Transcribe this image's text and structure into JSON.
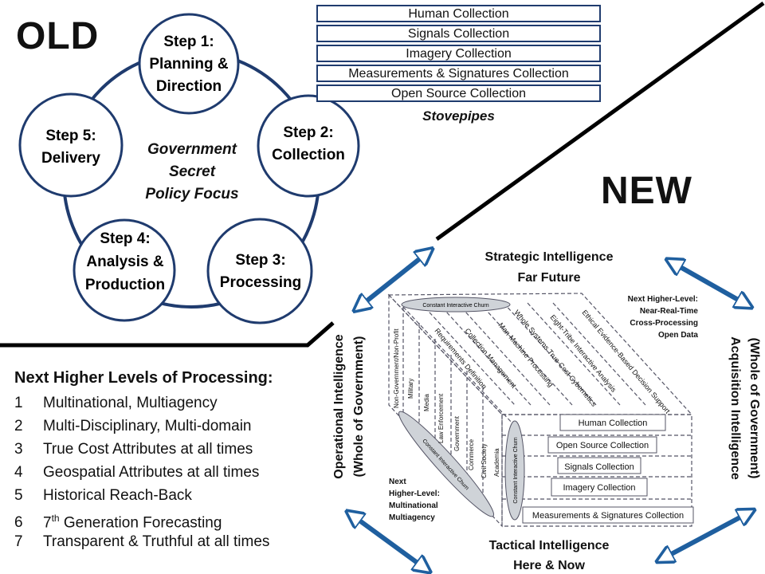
{
  "old_label": "OLD",
  "new_label": "NEW",
  "cycle": {
    "center": [
      "Government",
      "Secret",
      "Policy Focus"
    ],
    "steps": [
      {
        "lines": [
          "Step 1:",
          "Planning &",
          "Direction"
        ]
      },
      {
        "lines": [
          "Step 2:",
          "Collection"
        ]
      },
      {
        "lines": [
          "Step 3:",
          "Processing"
        ]
      },
      {
        "lines": [
          "Step 4:",
          "Analysis &",
          "Production"
        ]
      },
      {
        "lines": [
          "Step 5:",
          "Delivery"
        ]
      }
    ]
  },
  "stovepipes": {
    "items": [
      "Human Collection",
      "Signals Collection",
      "Imagery Collection",
      "Measurements & Signatures Collection",
      "Open Source Collection"
    ],
    "label": "Stovepipes"
  },
  "next_levels": {
    "title": "Next Higher Levels of Processing:",
    "items": [
      {
        "num": "1",
        "text": "Multinational, Multiagency"
      },
      {
        "num": "2",
        "text": "Multi-Disciplinary, Multi-domain"
      },
      {
        "num": "3",
        "text": "True Cost Attributes at all times"
      },
      {
        "num": "4",
        "text": "Geospatial Attributes at all times"
      },
      {
        "num": "5",
        "text": "Historical Reach-Back"
      },
      {
        "num": "6",
        "text": "7",
        "sup": "th",
        "rest": " Generation Forecasting"
      },
      {
        "num": "7",
        "text": "Transparent & Truthful at all times"
      }
    ]
  },
  "cube": {
    "top": [
      "Strategic Intelligence",
      "Far Future"
    ],
    "bottom": [
      "Tactical Intelligence",
      "Here & Now"
    ],
    "left": [
      "Operational Intelligence",
      "(Whole of Government)"
    ],
    "right": [
      "Acquisition Intelligence",
      "(Whole of Government)"
    ],
    "top_right_note": [
      "Next Higher-Level:",
      "Near-Real-Time",
      "Cross-Processing",
      "Open Data"
    ],
    "bottom_left_note": [
      "Next",
      "Higher-Level:",
      "Multinational",
      "Multiagency"
    ],
    "churn": "Constant Interactive Churn",
    "sectors": [
      "Non-Government/Non-Profit",
      "Military",
      "Media",
      "Law Enforcement",
      "Government",
      "Commerce",
      "Civil Society",
      "Academia"
    ],
    "processes": [
      "Requirements Definition",
      "Collection Management",
      "Man-Machine Processing",
      "Whole Systems True-Cost Cybernetics",
      "Eight-Tribe Interactive Analysis",
      "Ethical Evidence-Based Decision Support"
    ],
    "collections": [
      "Human Collection",
      "Open Source Collection",
      "Signals Collection",
      "Imagery Collection",
      "Measurements & Signatures Collection"
    ]
  }
}
